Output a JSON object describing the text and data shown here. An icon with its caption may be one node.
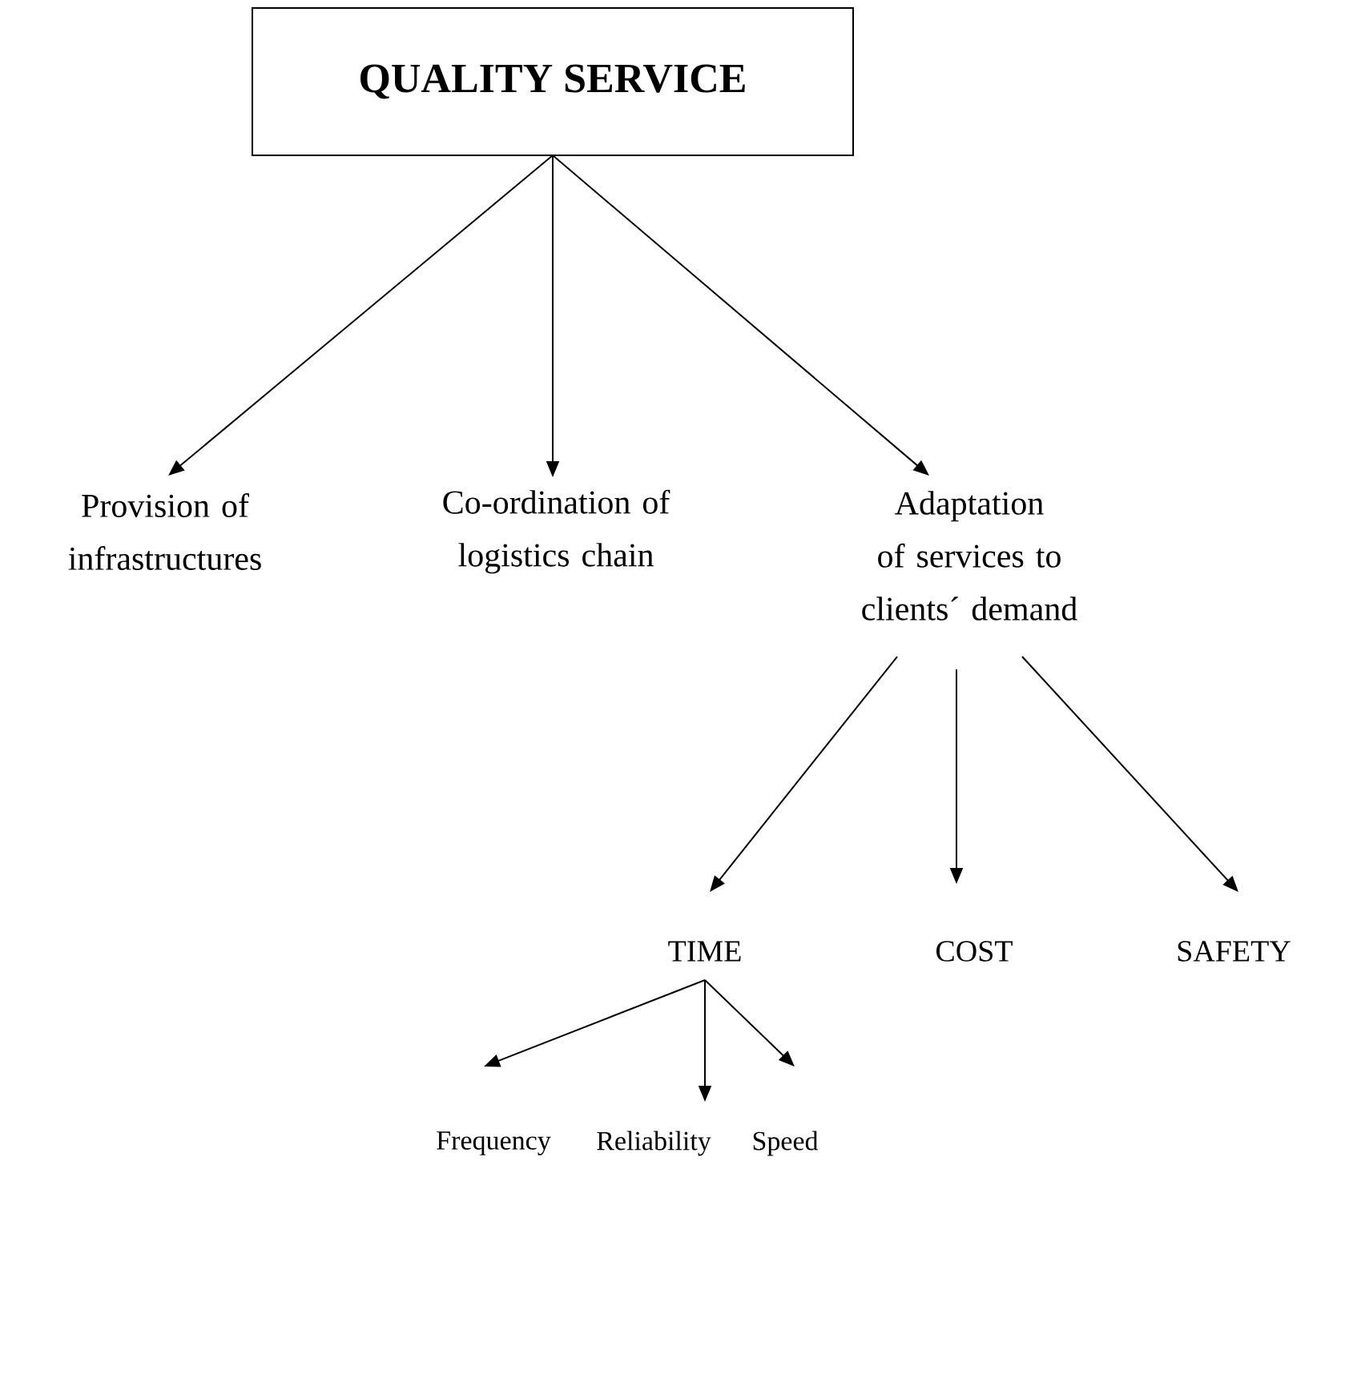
{
  "diagram": {
    "nodes": [
      {
        "text": [
          "QUALITY SERVICE"
        ]
      },
      {
        "text": [
          "Provision of infrastructures"
        ]
      },
      {
        "text": [
          "Co-ordination of logistics chain"
        ]
      },
      {
        "text": [
          "Adaptation of services to clients´ demand"
        ]
      },
      {
        "text": [
          "TIME"
        ]
      },
      {
        "text": [
          "COST"
        ]
      },
      {
        "text": [
          "SAFETY"
        ]
      },
      {
        "text": [
          "Frequency"
        ]
      },
      {
        "text": [
          "Reliability"
        ]
      },
      {
        "text": [
          "Speed"
        ]
      }
    ],
    "edges": [
      {
        "from": 0,
        "to": 1,
        "arrow": "to"
      },
      {
        "from": 0,
        "to": 2,
        "arrow": "to"
      },
      {
        "from": 0,
        "to": 3,
        "arrow": "to"
      },
      {
        "from": 3,
        "to": 4,
        "arrow": "to"
      },
      {
        "from": 3,
        "to": 5,
        "arrow": "to"
      },
      {
        "from": 3,
        "to": 6,
        "arrow": "to"
      },
      {
        "from": 4,
        "to": 7,
        "arrow": "to"
      },
      {
        "from": 4,
        "to": 8,
        "arrow": "to"
      },
      {
        "from": 4,
        "to": 9,
        "arrow": "to"
      }
    ]
  }
}
